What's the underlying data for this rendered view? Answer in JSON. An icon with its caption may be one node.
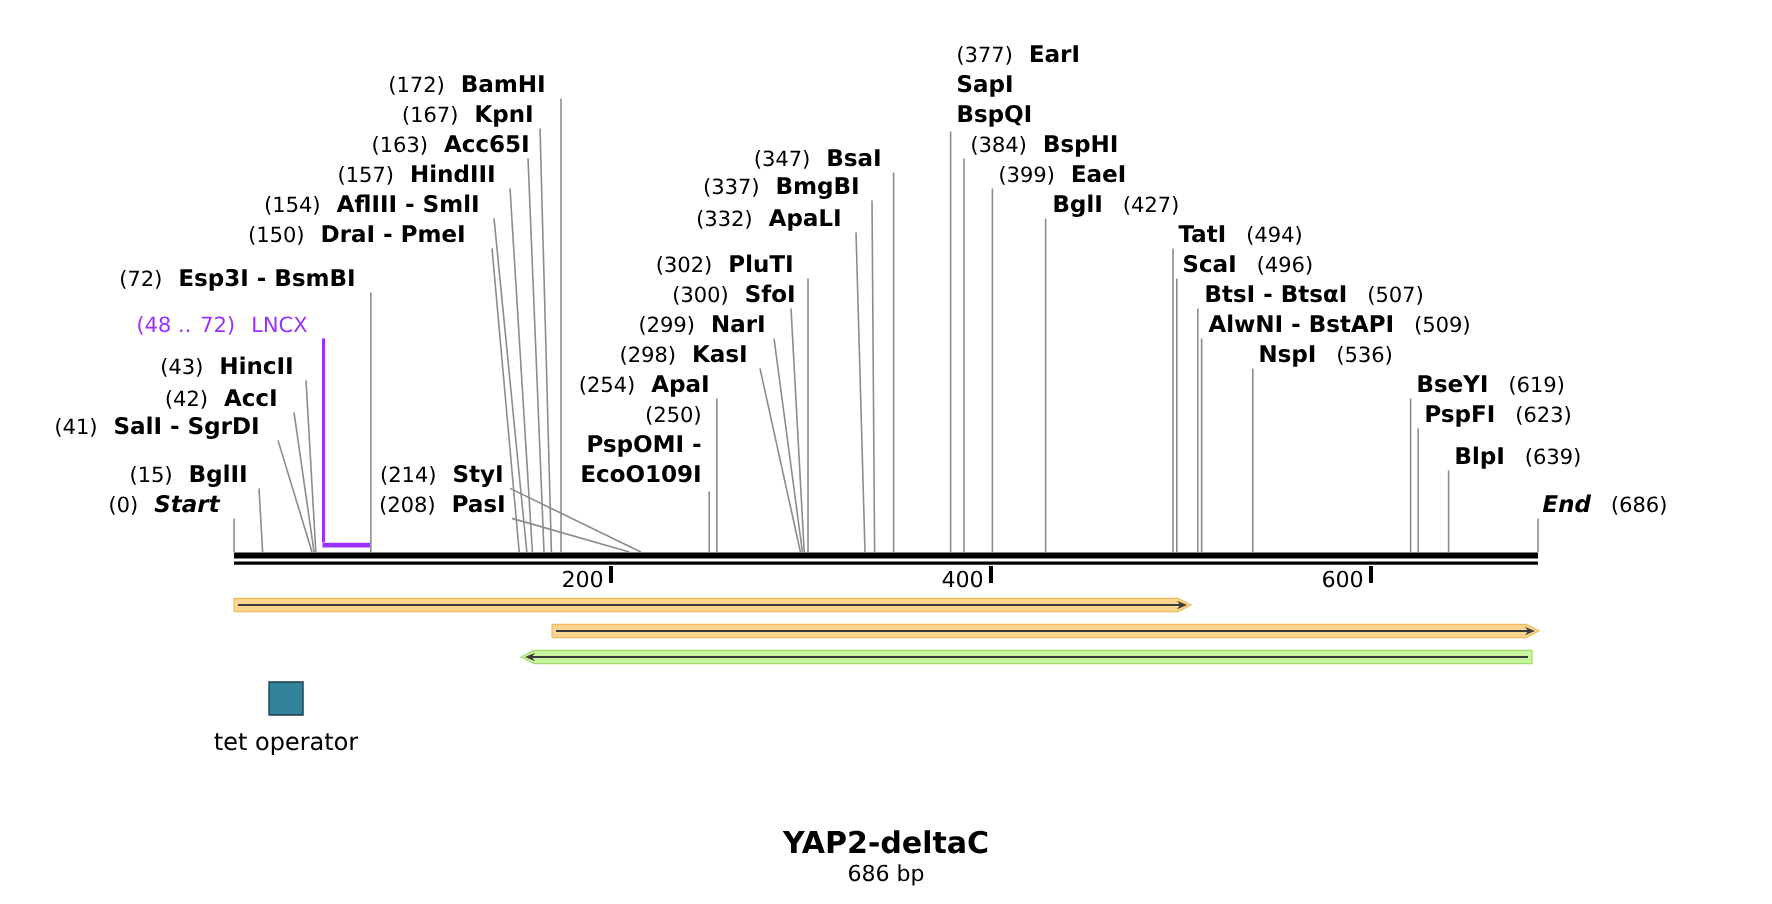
{
  "diagram": {
    "title": "YAP2-deltaC",
    "caption": "686 bp",
    "nodes": [
      {
        "text": [
          "(172)",
          "BamHI"
        ]
      },
      {
        "text": [
          "(167)",
          "KpnI"
        ]
      },
      {
        "text": [
          "(163)",
          "Acc65I"
        ]
      },
      {
        "text": [
          "(347)",
          "BsaI"
        ]
      },
      {
        "text": [
          "(157)",
          "HindIII"
        ]
      },
      {
        "text": [
          "(337)",
          "BmgBI"
        ]
      },
      {
        "text": [
          "(154)",
          "AflIII - SmlI"
        ]
      },
      {
        "text": [
          "(332)",
          "ApaLI"
        ]
      },
      {
        "text": [
          "(150)",
          "DraI - PmeI"
        ]
      },
      {
        "text": [
          "(302)",
          "PluTI"
        ]
      },
      {
        "text": [
          "BtsI - BtsαI",
          "(507)"
        ]
      },
      {
        "text": [
          "(72)",
          "Esp3I - BsmBI"
        ]
      },
      {
        "text": [
          "(300)",
          "SfoI"
        ]
      },
      {
        "text": [
          "AlwNI - BstAPI",
          "(509)"
        ]
      },
      {
        "text": [
          "(48 .. 72)",
          "LNCX"
        ]
      },
      {
        "text": [
          "(299)",
          "NarI"
        ]
      },
      {
        "text": [
          "(399)",
          "EaeI"
        ]
      },
      {
        "text": [
          "NspI",
          "(536)"
        ]
      },
      {
        "text": [
          "(298)",
          "KasI"
        ]
      },
      {
        "text": [
          "(384)",
          "BspHI"
        ]
      },
      {
        "text": [
          "(43)",
          "HincII"
        ]
      },
      {
        "text": [
          "BseYI",
          "(619)"
        ]
      },
      {
        "text": [
          "(42)",
          "AccI"
        ]
      },
      {
        "text": [
          "(254)",
          "ApaI"
        ]
      },
      {
        "text": [
          "PspFI",
          "(623)"
        ]
      },
      {
        "text": [
          "(41)",
          "SalI - SgrDI"
        ]
      },
      {
        "text": [
          "(250)",
          "PspOMI - EcoO109I"
        ]
      },
      {
        "text": [
          "BglI",
          "(427)"
        ]
      },
      {
        "text": [
          "(377)",
          "EarI",
          "SapI",
          "BspQI"
        ]
      },
      {
        "text": [
          "BlpI",
          "(639)"
        ]
      },
      {
        "text": [
          "(15)",
          "BglII"
        ]
      },
      {
        "text": [
          "(214)",
          "StyI"
        ]
      },
      {
        "text": [
          "TatI",
          "(494)"
        ]
      },
      {
        "text": [
          "(0)",
          "Start"
        ]
      },
      {
        "text": [
          "(208)",
          "PasI"
        ]
      },
      {
        "text": [
          "ScaI",
          "(496)"
        ]
      },
      {
        "text": [
          "End",
          "(686)"
        ]
      },
      {
        "text": [],
        "shape": "bar"
      },
      {
        "text": [],
        "shape": "bar"
      }
    ],
    "edges": [
      {
        "from": 0,
        "to": 38,
        "arrow": "none"
      },
      {
        "from": 1,
        "to": 38,
        "arrow": "none"
      },
      {
        "from": 2,
        "to": 38,
        "arrow": "none"
      },
      {
        "from": 3,
        "to": 38,
        "arrow": "none"
      },
      {
        "from": 4,
        "to": 38,
        "arrow": "none"
      },
      {
        "from": 5,
        "to": 38,
        "arrow": "none"
      },
      {
        "from": 6,
        "to": 38,
        "arrow": "none"
      },
      {
        "from": 7,
        "to": 38,
        "arrow": "none"
      },
      {
        "from": 8,
        "to": 38,
        "arrow": "none"
      },
      {
        "from": 9,
        "to": 38,
        "arrow": "none"
      },
      {
        "from": 10,
        "to": 38,
        "arrow": "none"
      },
      {
        "from": 11,
        "to": 38,
        "arrow": "none"
      },
      {
        "from": 12,
        "to": 38,
        "arrow": "none"
      },
      {
        "from": 13,
        "to": 38,
        "arrow": "none"
      },
      {
        "from": 14,
        "to": 37,
        "arrow": "none",
        "color": "#9b30ff"
      },
      {
        "from": 15,
        "to": 38,
        "arrow": "none"
      },
      {
        "from": 16,
        "to": 38,
        "arrow": "none"
      },
      {
        "from": 17,
        "to": 38,
        "arrow": "none"
      },
      {
        "from": 18,
        "to": 38,
        "arrow": "none"
      },
      {
        "from": 19,
        "to": 38,
        "arrow": "none"
      },
      {
        "from": 20,
        "to": 38,
        "arrow": "none"
      },
      {
        "from": 21,
        "to": 38,
        "arrow": "none"
      },
      {
        "from": 22,
        "to": 38,
        "arrow": "none"
      },
      {
        "from": 23,
        "to": 38,
        "arrow": "none"
      },
      {
        "from": 24,
        "to": 38,
        "arrow": "none"
      },
      {
        "from": 25,
        "to": 38,
        "arrow": "none"
      },
      {
        "from": 26,
        "to": 38,
        "arrow": "none"
      },
      {
        "from": 27,
        "to": 38,
        "arrow": "none"
      },
      {
        "from": 28,
        "to": 38,
        "arrow": "none"
      },
      {
        "from": 29,
        "to": 38,
        "arrow": "none"
      },
      {
        "from": 30,
        "to": 38,
        "arrow": "none"
      },
      {
        "from": 31,
        "to": 38,
        "arrow": "none"
      },
      {
        "from": 32,
        "to": 38,
        "arrow": "none"
      },
      {
        "from": 33,
        "to": 38,
        "arrow": "none"
      },
      {
        "from": 34,
        "to": 38,
        "arrow": "none"
      },
      {
        "from": 35,
        "to": 38,
        "arrow": "none"
      },
      {
        "from": 36,
        "to": 38,
        "arrow": "none"
      }
    ],
    "labels": [
      "200",
      "400",
      "600"
    ],
    "legend": [
      {
        "text": "tet operator",
        "color": "#31849b"
      }
    ]
  }
}
